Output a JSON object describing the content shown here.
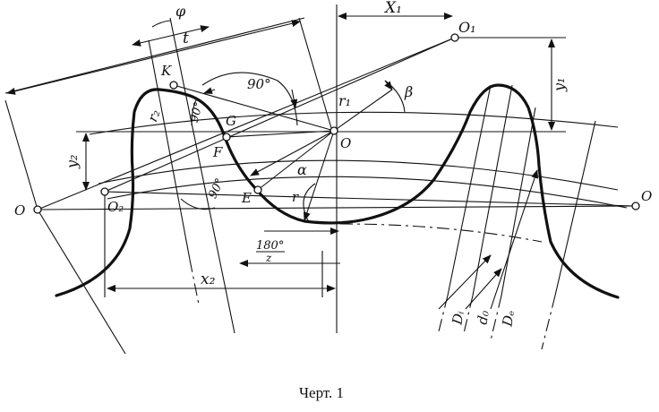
{
  "labels": {
    "x1": "X₁",
    "o1": "O₁",
    "y1": "y₁",
    "phi": "φ",
    "t": "t",
    "k": "K",
    "ninety_top": "90°",
    "r1": "r₁",
    "beta": "β",
    "r2": "r₂",
    "ninety_mid": "90°",
    "g": "G",
    "f": "F",
    "o_center": "O",
    "y2": "y₂",
    "o_left": "O",
    "o2": "O₂",
    "ninety_low": "90°",
    "e": "E",
    "alpha": "α",
    "r": "r",
    "o_right": "O",
    "angle_num": "180°",
    "angle_den": "z",
    "x2": "x₂",
    "di": "Dᵢ",
    "dd": "d₀",
    "de": "Dₑ"
  },
  "caption": "Черт. 1"
}
